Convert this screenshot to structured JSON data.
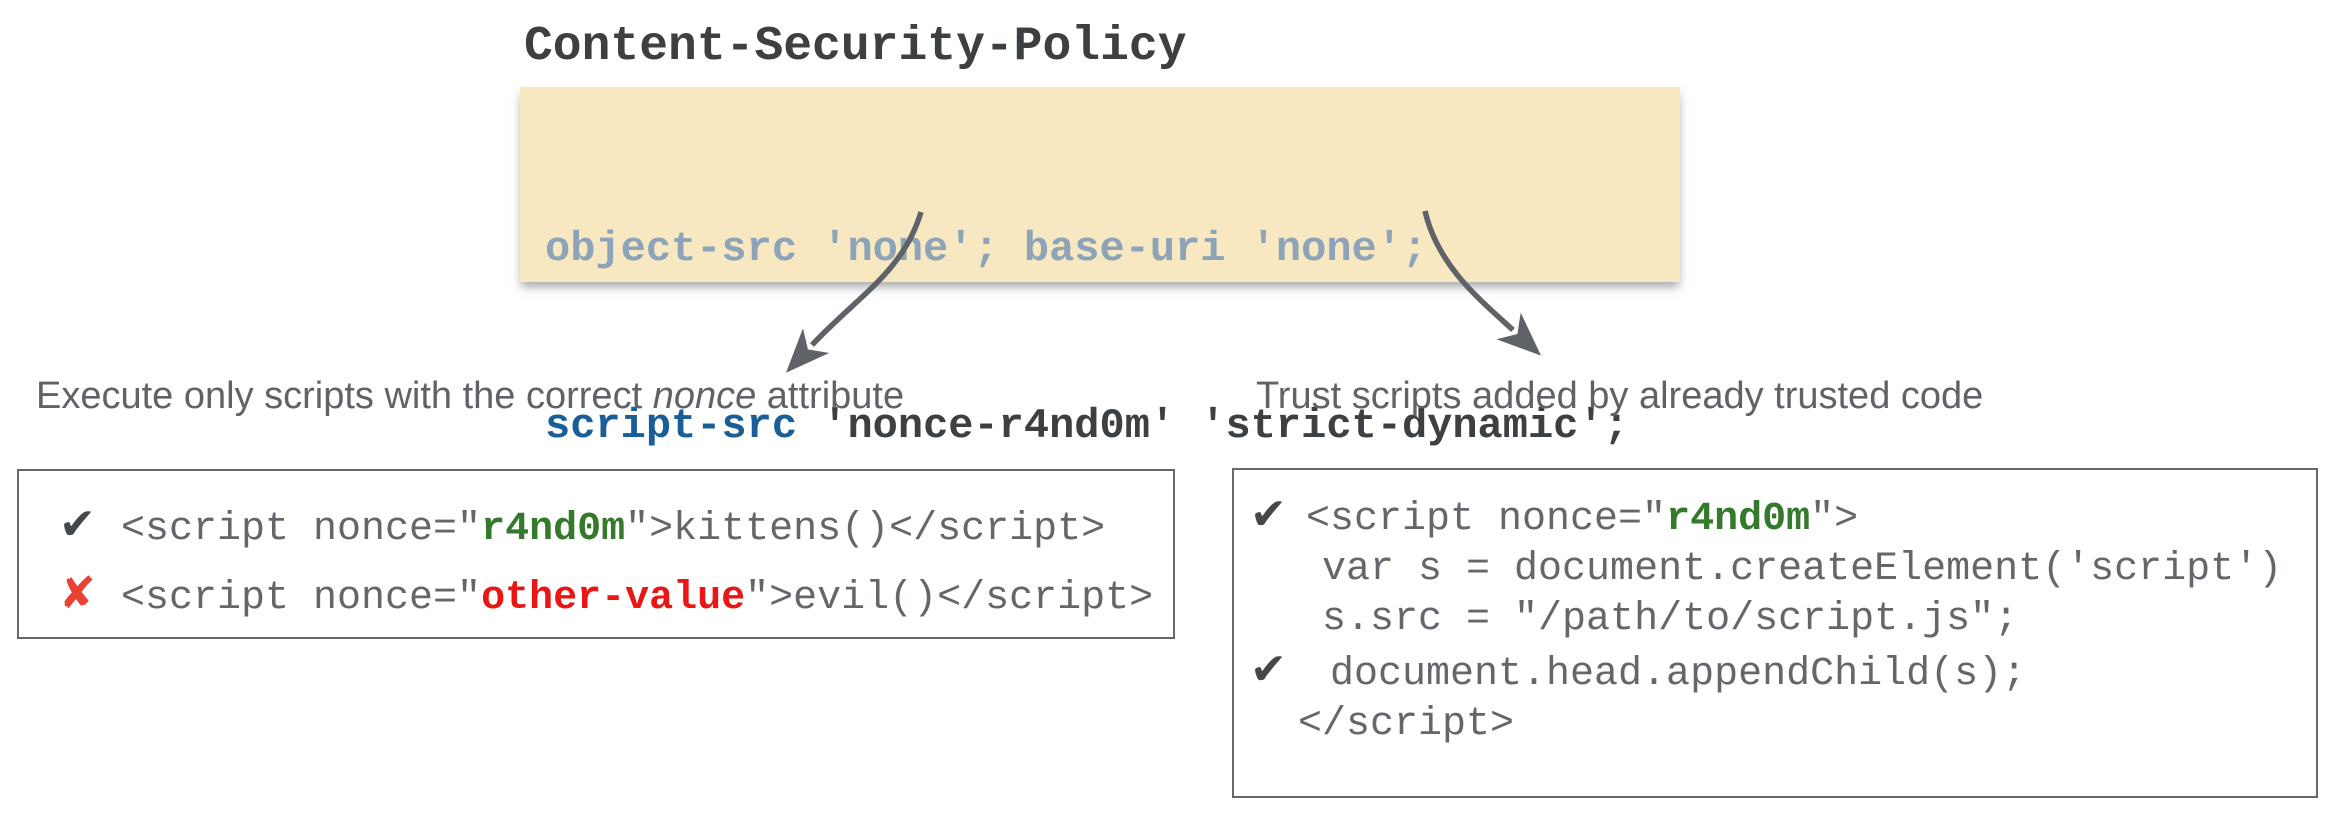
{
  "title": "Content-Security-Policy",
  "policy_box": {
    "line1": "object-src 'none'; base-uri 'none';",
    "line2_directive": "script-src",
    "line2_values": " 'nonce-r4nd0m' 'strict-dynamic';"
  },
  "captions": {
    "left_pre": "Execute only scripts with the correct ",
    "left_em": "nonce",
    "left_post": " attribute",
    "right": "Trust scripts added by already trusted code"
  },
  "icons": {
    "check": "✔",
    "cross": "✘"
  },
  "nonce_example": {
    "allowed_pre": "<script nonce=\"",
    "allowed_value": "r4nd0m",
    "allowed_post": "\">kittens()</script>",
    "blocked_pre": "<script nonce=\"",
    "blocked_value": "other-value",
    "blocked_post": "\">evil()</script>"
  },
  "dynamic_example": {
    "row1_pre": "<script nonce=\"",
    "row1_value": "r4nd0m",
    "row1_post": "\">",
    "row2": "   var s = document.createElement('script')",
    "row3": "   s.src = \"/path/to/script.js\";",
    "row4": " document.head.appendChild(s);",
    "row5": "  </script>"
  },
  "colors": {
    "policy_background": "#f7e8c1",
    "muted_directive_blue_gray": "#8ca3b8",
    "script_src_blue": "#1a5e97",
    "policy_values_dark": "#3c4043",
    "caption_gray": "#5f6368",
    "code_gray": "#63666a",
    "nonce_green": "#35792c",
    "bad_value_red": "#ea1616",
    "cross_red": "#e94235",
    "check_dark": "#45484b",
    "arrow_gray": "#5f6368"
  }
}
